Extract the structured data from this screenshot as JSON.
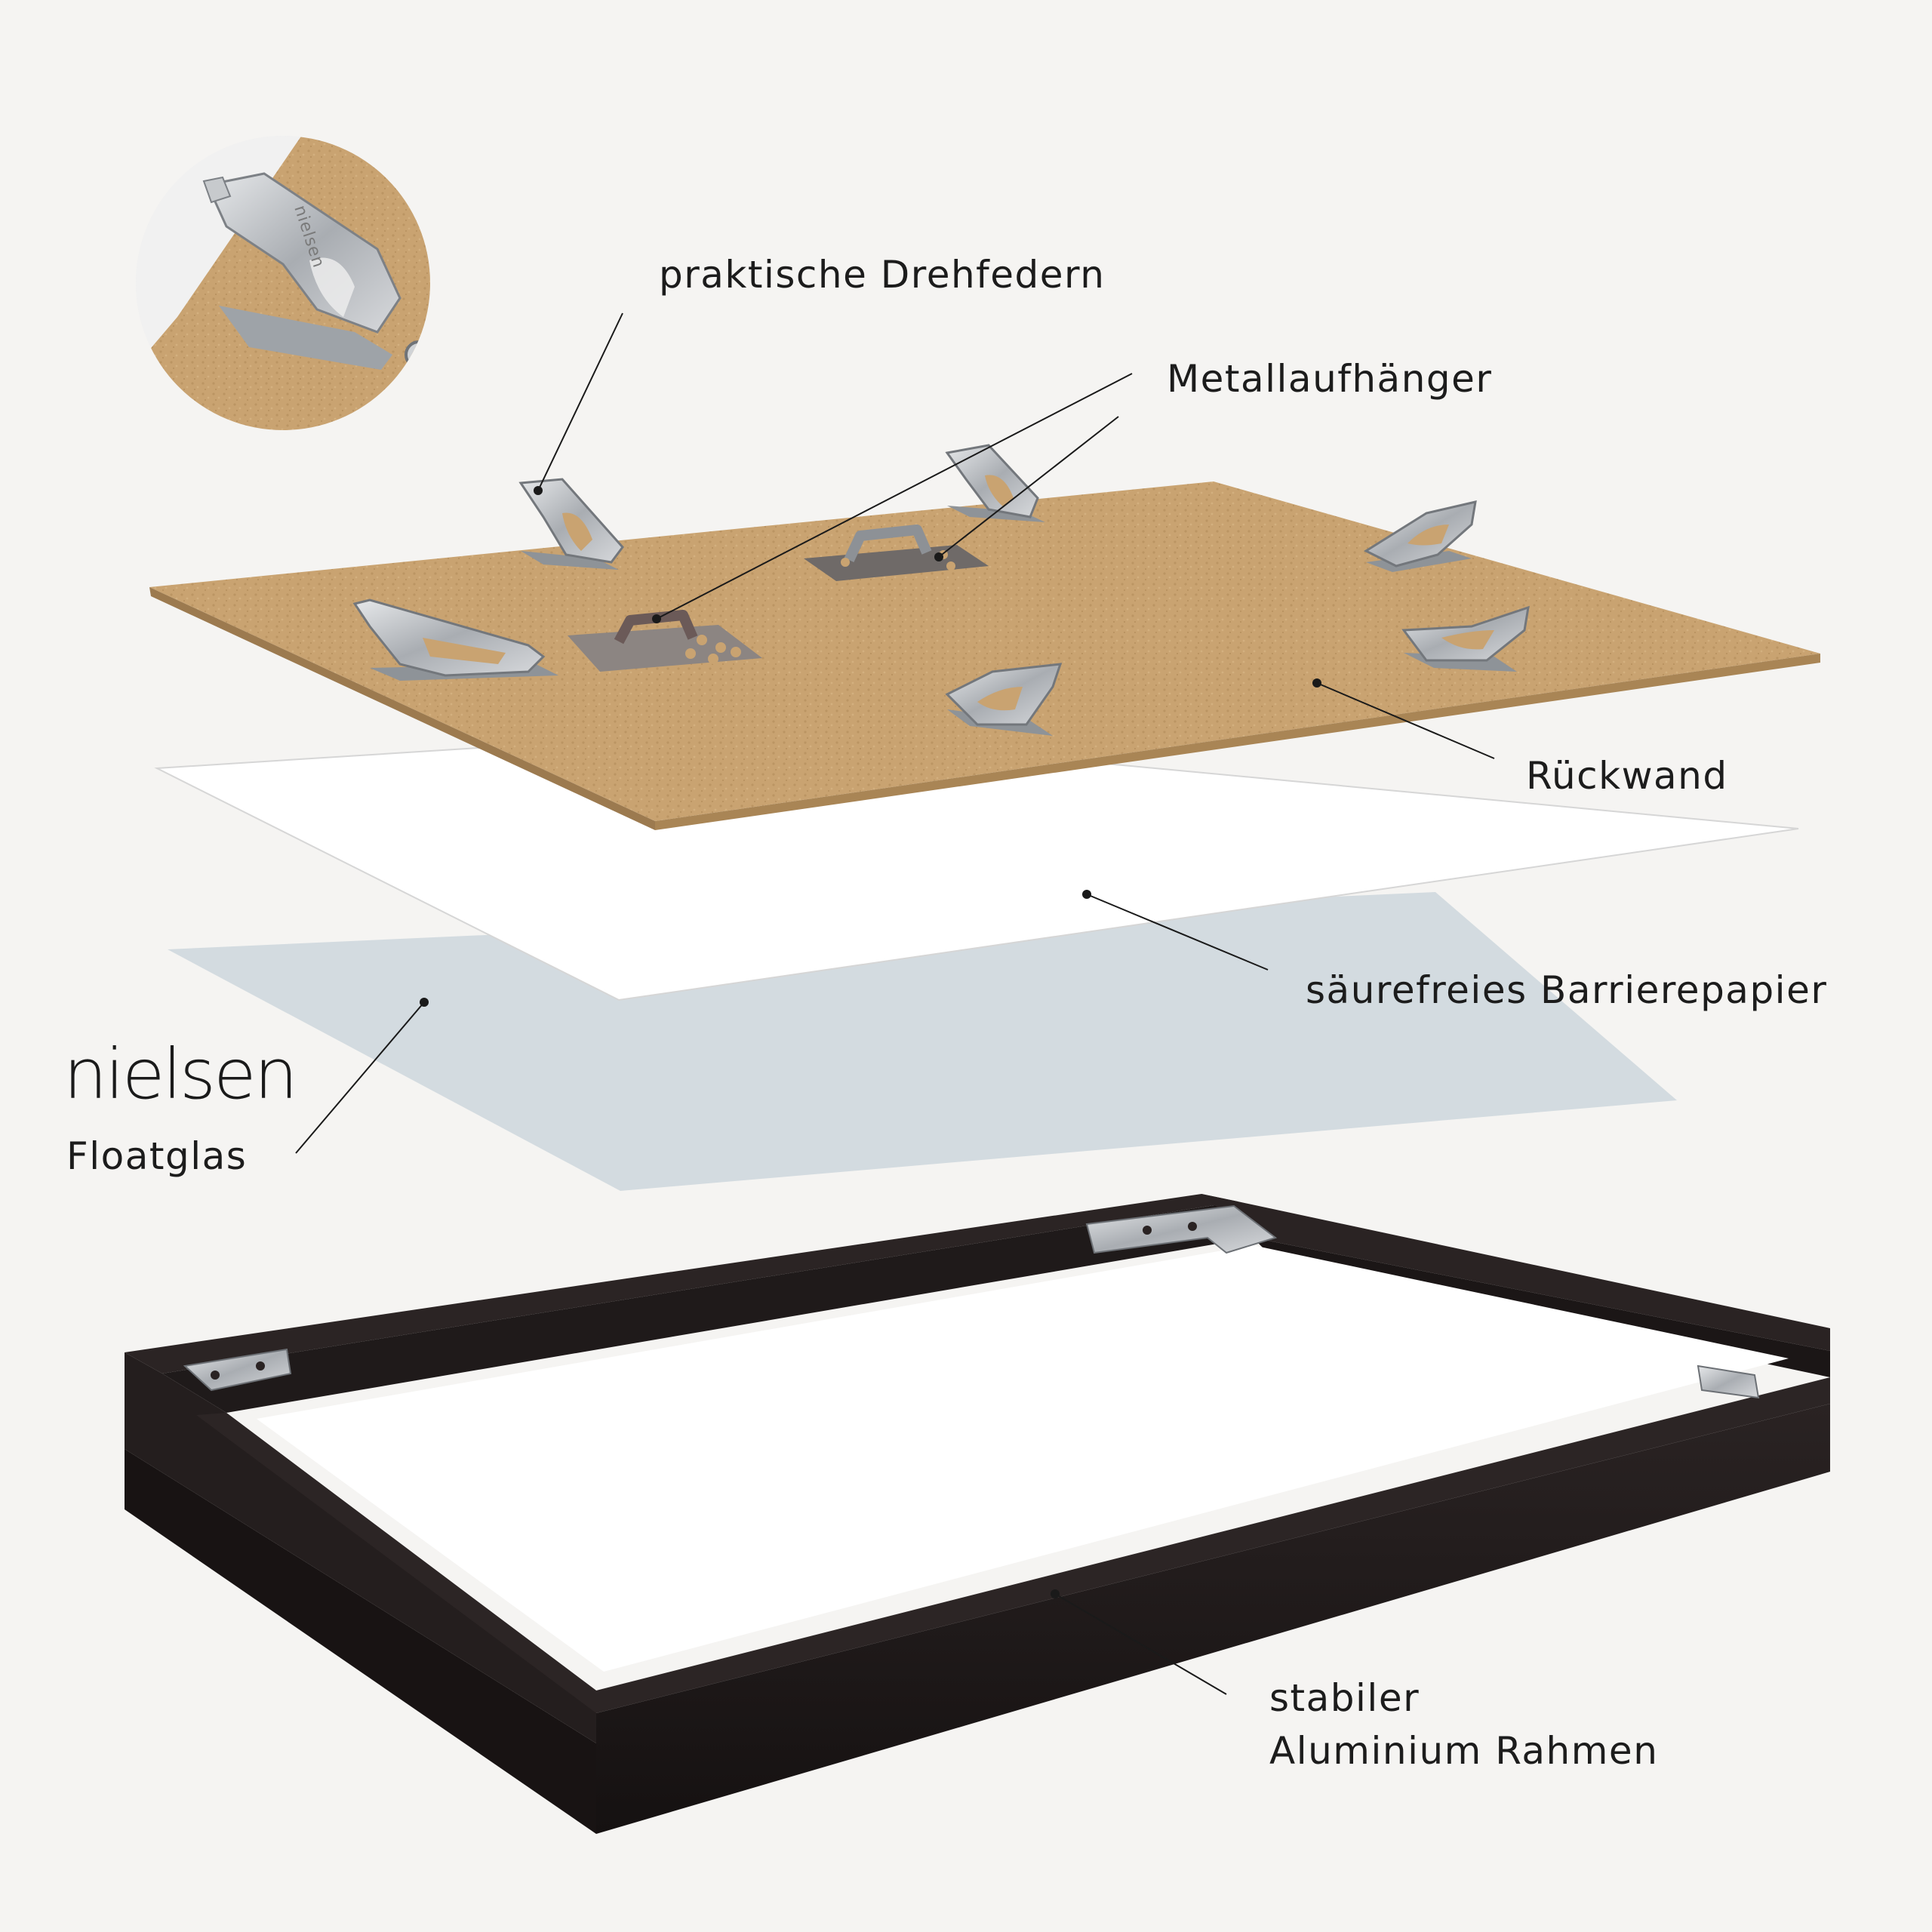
{
  "brand": {
    "name": "nielsen"
  },
  "labels": {
    "drehfedern": "praktische Drehfedern",
    "aufhaenger": "Metallaufhänger",
    "rueckwand": "Rückwand",
    "barrierepapier": "säurefreies Barrierepapier",
    "floatglas": "Floatglas",
    "rahmen_line1": "stabiler",
    "rahmen_line2": "Aluminium Rahmen"
  },
  "colors": {
    "background": "#f5f4f2",
    "backboard": "#c9a371",
    "paper": "#ffffff",
    "glass": "#d3dbe0",
    "frame": "#1c1616",
    "metal": "#b9bcc0",
    "leader": "#1a1a1a"
  }
}
